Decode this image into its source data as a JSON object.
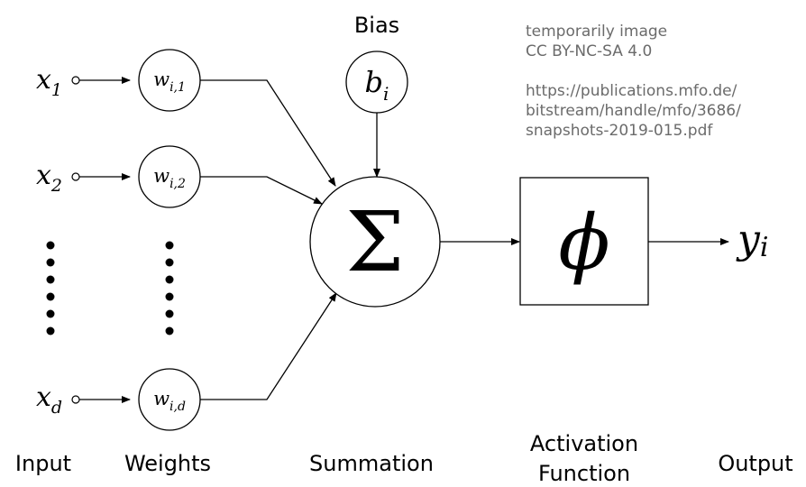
{
  "bias": {
    "title": "Bias",
    "symbol": "b",
    "subscript": "i"
  },
  "inputs": [
    {
      "symbol": "x",
      "subscript": "1",
      "weight_symbol": "w",
      "weight_subscript": "i,1"
    },
    {
      "symbol": "x",
      "subscript": "2",
      "weight_symbol": "w",
      "weight_subscript": "i,2"
    },
    {
      "symbol": "x",
      "subscript": "d",
      "weight_symbol": "w",
      "weight_subscript": "i,d"
    }
  ],
  "summation": {
    "symbol": "Σ"
  },
  "activation": {
    "symbol": "ϕ"
  },
  "output": {
    "symbol": "y",
    "subscript": "i"
  },
  "captions": {
    "input": "Input",
    "weights": "Weights",
    "summation": "Summation",
    "activation_line1": "Activation",
    "activation_line2": "Function",
    "output": "Output"
  },
  "attribution": {
    "line1": "temporarily image",
    "line2": "CC BY-NC-SA 4.0",
    "line3": "https://publications.mfo.de/",
    "line4": "bitstream/handle/mfo/3686/",
    "line5": "snapshots-2019-015.pdf"
  }
}
